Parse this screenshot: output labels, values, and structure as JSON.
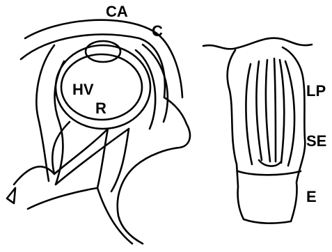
{
  "labels": {
    "ca": "CA",
    "c": "C",
    "hv": "HV",
    "r": "R",
    "lp": "LP",
    "se": "SE",
    "e": "E"
  }
}
